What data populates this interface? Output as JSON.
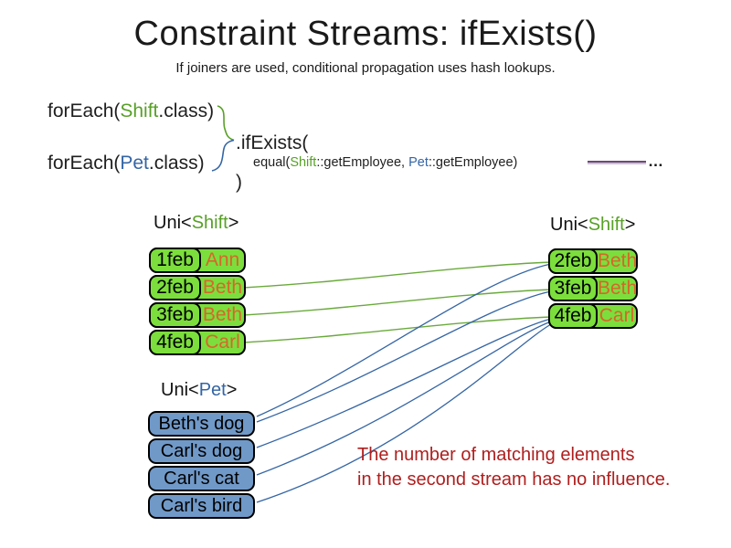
{
  "slide": {
    "title": "Constraint Streams: ifExists()",
    "subtitle": "If joiners are used, conditional propagation uses hash lookups."
  },
  "code": {
    "foreach_shift": {
      "prefix": "forEach(",
      "class_name": "Shift",
      "suffix": ".class)"
    },
    "foreach_pet": {
      "prefix": "forEach(",
      "class_name": "Pet",
      "suffix": ".class)"
    },
    "if_exists": ".ifExists(",
    "equal_line": {
      "prefix": "equal(",
      "shift_ref": "Shift",
      "mid": "::getEmployee, ",
      "pet_ref": "Pet",
      "suffix": "::getEmployee)",
      "ellipsis": "…"
    },
    "close_paren": ")"
  },
  "tables": {
    "left_shift": {
      "label_prefix": "Uni<",
      "label_type": "Shift",
      "label_suffix": ">",
      "rows": [
        {
          "date": "1feb",
          "name": "Ann"
        },
        {
          "date": "2feb",
          "name": "Beth"
        },
        {
          "date": "3feb",
          "name": "Beth"
        },
        {
          "date": "4feb",
          "name": "Carl"
        }
      ]
    },
    "right_shift": {
      "label_prefix": "Uni<",
      "label_type": "Shift",
      "label_suffix": ">",
      "rows": [
        {
          "date": "2feb",
          "name": "Beth"
        },
        {
          "date": "3feb",
          "name": "Beth"
        },
        {
          "date": "4feb",
          "name": "Carl"
        }
      ]
    },
    "pet": {
      "label_prefix": "Uni<",
      "label_type": "Pet",
      "label_suffix": ">",
      "items": [
        {
          "label": "Beth's dog"
        },
        {
          "label": "Carl's dog"
        },
        {
          "label": "Carl's cat"
        },
        {
          "label": "Carl's bird"
        }
      ]
    }
  },
  "connections": {
    "shift_to_shift": [
      {
        "from": "2feb Beth",
        "to": "2feb Beth"
      },
      {
        "from": "3feb Beth",
        "to": "3feb Beth"
      },
      {
        "from": "4feb Carl",
        "to": "4feb Carl"
      }
    ],
    "pet_to_shift": [
      {
        "from": "Beth's dog",
        "to": "2feb Beth"
      },
      {
        "from": "Beth's dog",
        "to": "3feb Beth"
      },
      {
        "from": "Carl's dog",
        "to": "4feb Carl"
      },
      {
        "from": "Carl's cat",
        "to": "4feb Carl"
      },
      {
        "from": "Carl's bird",
        "to": "4feb Carl"
      }
    ]
  },
  "note": {
    "line1": "The number of matching elements",
    "line2": "in the second stream has no influence."
  },
  "colors": {
    "shift_text_green": "#58A027",
    "pet_text_blue": "#3465A4",
    "box_green": "#7CDE3C",
    "box_blue": "#7099C8",
    "name_orange": "#D4682A",
    "note_red": "#B01E1E",
    "connector_green": "#6AAA3C",
    "connector_blue": "#3465A4",
    "joiner_purple": "#6B4C72"
  }
}
